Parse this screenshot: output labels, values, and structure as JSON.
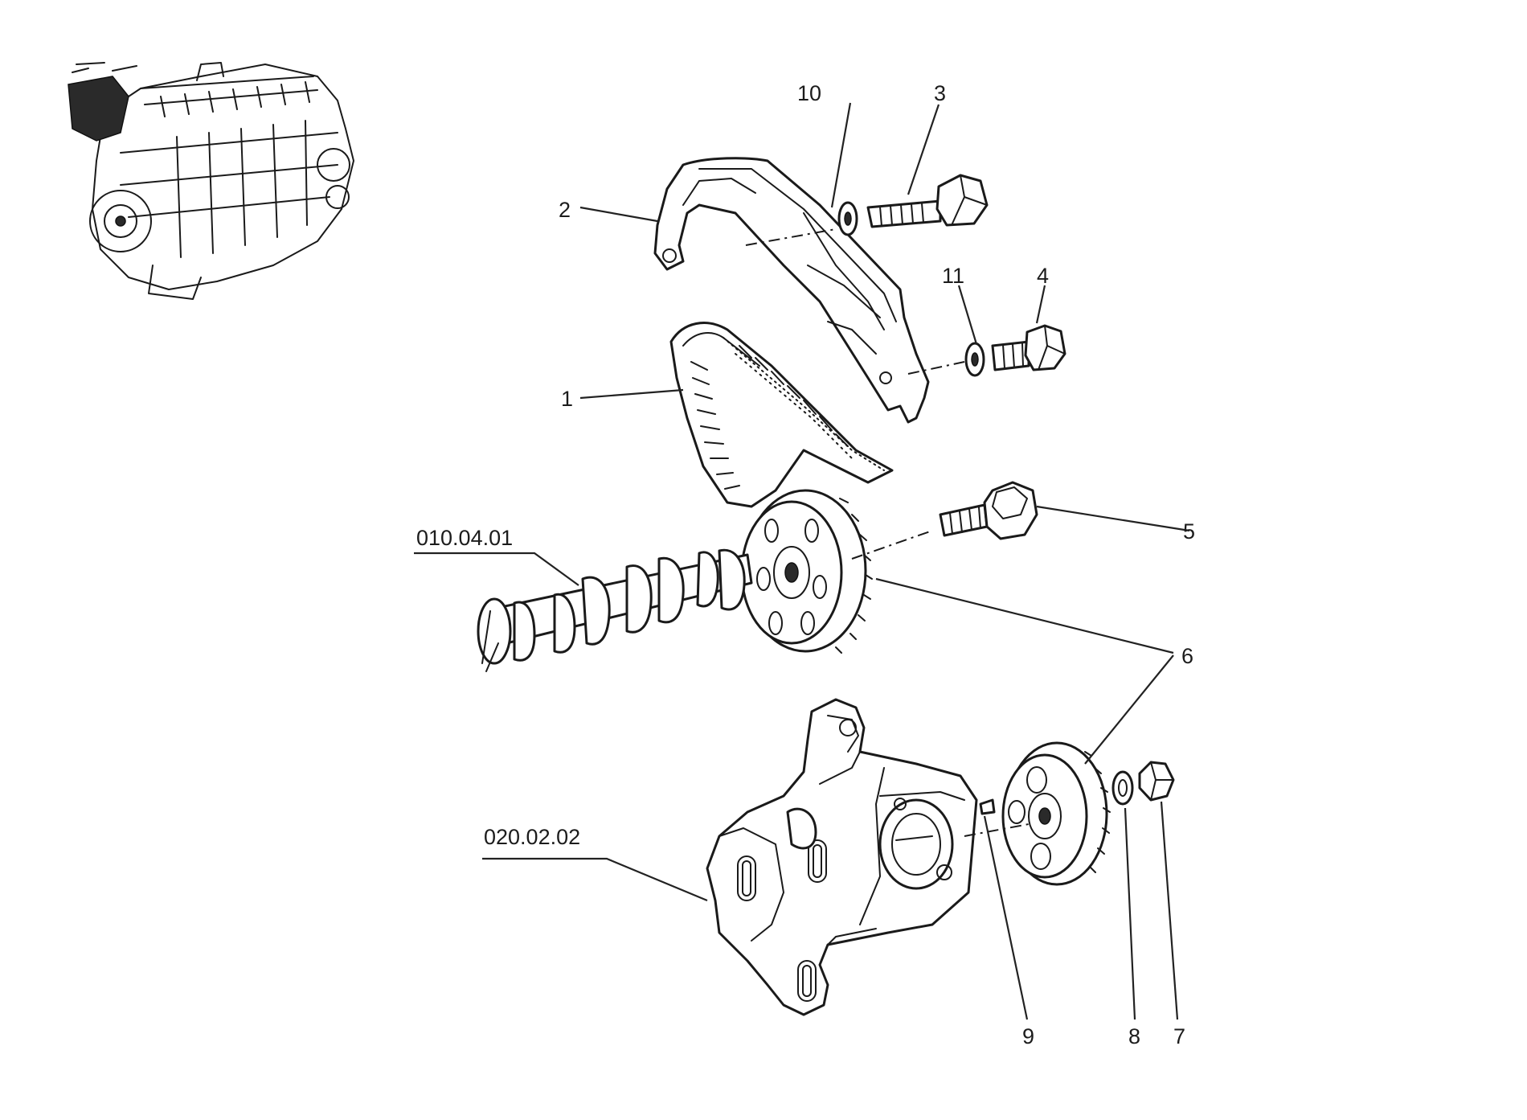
{
  "callouts": {
    "c1": "1",
    "c2": "2",
    "c3": "3",
    "c4": "4",
    "c5": "5",
    "c6": "6",
    "c7": "7",
    "c8": "8",
    "c9": "9",
    "c10": "10",
    "c11": "11",
    "camshaft_ref": "010.04.01",
    "housing_ref": "020.02.02"
  },
  "icons": {
    "engine_thumbnail": "engine-overview-icon"
  }
}
